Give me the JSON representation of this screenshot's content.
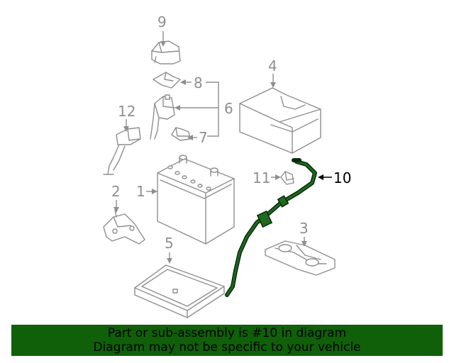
{
  "colors": {
    "part_line": "#8f8f8f",
    "highlight_part": "#1e6a1e",
    "banner_background": "#0f6008",
    "banner_text": "#000000"
  },
  "callouts": [
    {
      "id": "c1",
      "label": "1",
      "highlighted": false
    },
    {
      "id": "c2",
      "label": "2",
      "highlighted": false
    },
    {
      "id": "c3",
      "label": "3",
      "highlighted": false
    },
    {
      "id": "c4",
      "label": "4",
      "highlighted": false
    },
    {
      "id": "c5",
      "label": "5",
      "highlighted": false
    },
    {
      "id": "c6",
      "label": "6",
      "highlighted": false
    },
    {
      "id": "c7",
      "label": "7",
      "highlighted": false
    },
    {
      "id": "c8",
      "label": "8",
      "highlighted": false
    },
    {
      "id": "c9",
      "label": "9",
      "highlighted": false
    },
    {
      "id": "c10",
      "label": "10",
      "highlighted": true
    },
    {
      "id": "c11",
      "label": "11",
      "highlighted": false
    },
    {
      "id": "c12",
      "label": "12",
      "highlighted": false
    }
  ],
  "banner": {
    "line1": "Part or sub-assembly is #10 in diagram",
    "line2": "Diagram may not be specific to your vehicle"
  }
}
